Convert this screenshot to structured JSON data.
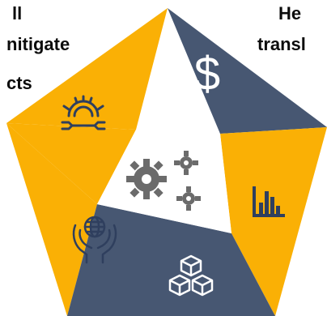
{
  "diagram": {
    "type": "pentagon-segments",
    "colors": {
      "gold": "#FAB005",
      "slate": "#475772",
      "center": "#ffffff",
      "icon_light": "#ffffff",
      "icon_dark": "#2f3f5e",
      "center_gear": "#6b6b6b"
    },
    "segments": [
      {
        "name": "segment-top",
        "color": "slate",
        "icon": "dollar-icon"
      },
      {
        "name": "segment-right",
        "color": "gold",
        "icon": "bar-chart-icon"
      },
      {
        "name": "segment-bottom",
        "color": "slate",
        "icon": "cubes-icon"
      },
      {
        "name": "segment-left",
        "color": "gold",
        "icon": "globe-hands-icon"
      },
      {
        "name": "segment-upper-left",
        "color": "gold",
        "icon": "gear-wrench-icon"
      }
    ],
    "center_icon": "gears-icon"
  },
  "text_fragments": [
    {
      "name": "fragment-ll",
      "text": "ll"
    },
    {
      "name": "fragment-mitigate",
      "text": "nitigate"
    },
    {
      "name": "fragment-cts",
      "text": "cts"
    },
    {
      "name": "fragment-he",
      "text": "He"
    },
    {
      "name": "fragment-transl",
      "text": "transl"
    }
  ]
}
